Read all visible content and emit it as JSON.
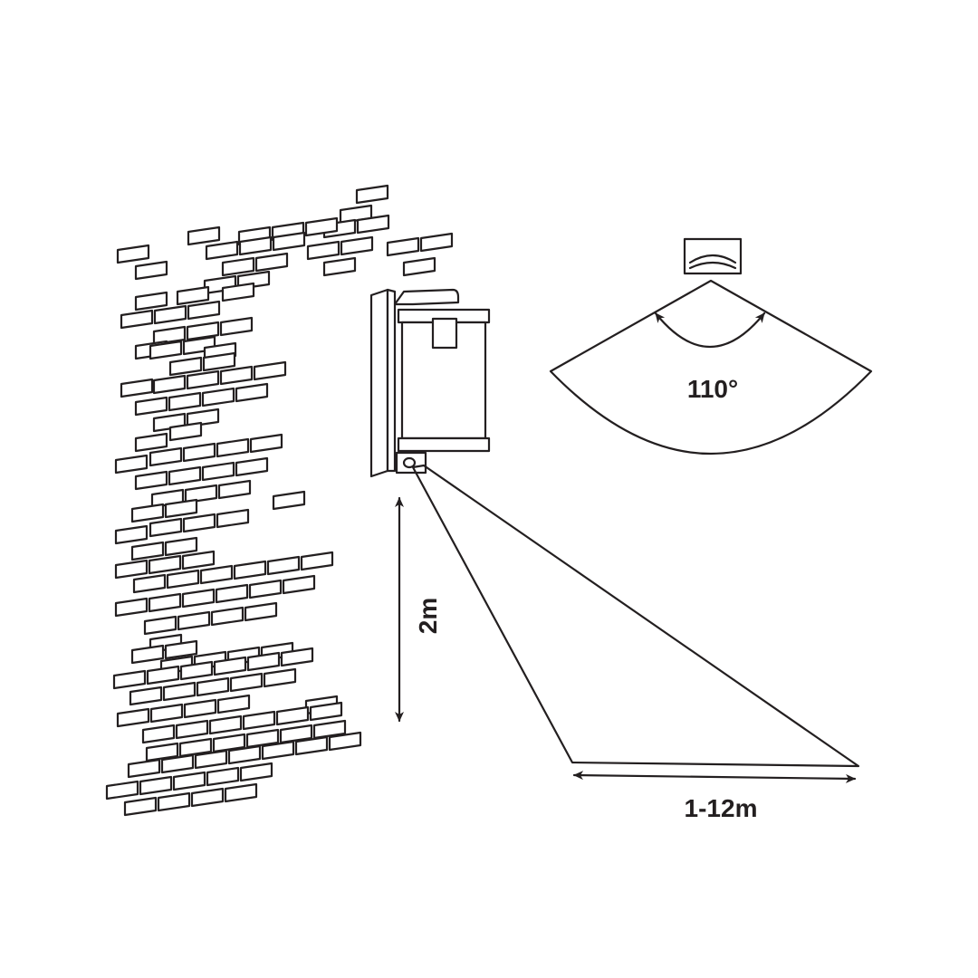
{
  "labels": {
    "angle": "110°",
    "height": "2m",
    "range": "1-12m"
  },
  "colors": {
    "stroke": "#231f20",
    "background": "#ffffff"
  },
  "icons": [
    "brick-wall",
    "wall-lamp",
    "motion-sensor",
    "detection-cone",
    "double-arrow"
  ]
}
